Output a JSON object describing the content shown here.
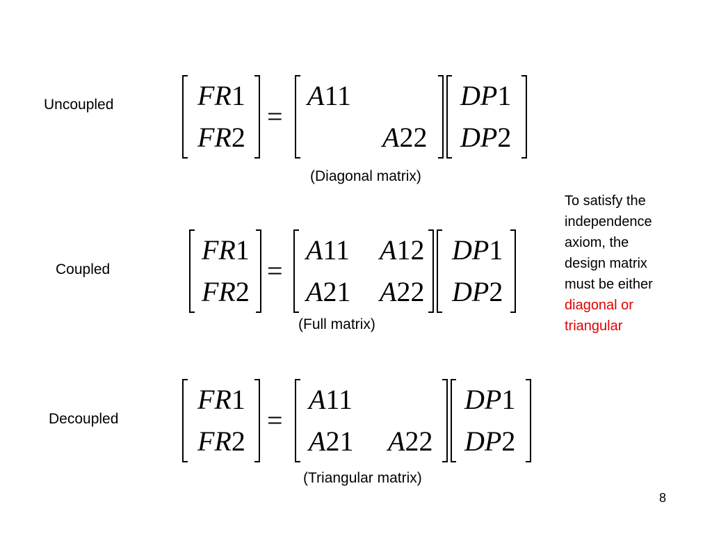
{
  "slide": {
    "page_number": "8",
    "rows": [
      {
        "label": "Uncoupled",
        "caption": "(Diagonal matrix)",
        "fr": [
          [
            "FR",
            "1"
          ],
          [
            "FR",
            "2"
          ]
        ],
        "a": [
          [
            "A",
            "11"
          ],
          [
            "",
            ""
          ],
          [
            "",
            ""
          ],
          [
            "A",
            "22"
          ]
        ],
        "dp": [
          [
            "DP",
            "1"
          ],
          [
            "DP",
            "2"
          ]
        ],
        "equals": "="
      },
      {
        "label": "Coupled",
        "caption": "(Full matrix)",
        "fr": [
          [
            "FR",
            "1"
          ],
          [
            "FR",
            "2"
          ]
        ],
        "a": [
          [
            "A",
            "11"
          ],
          [
            "A",
            "12"
          ],
          [
            "A",
            "21"
          ],
          [
            "A",
            "22"
          ]
        ],
        "dp": [
          [
            "DP",
            "1"
          ],
          [
            "DP",
            "2"
          ]
        ],
        "equals": "="
      },
      {
        "label": "Decoupled",
        "caption": "(Triangular matrix)",
        "fr": [
          [
            "FR",
            "1"
          ],
          [
            "FR",
            "2"
          ]
        ],
        "a": [
          [
            "A",
            "11"
          ],
          [
            "",
            ""
          ],
          [
            "A",
            "21"
          ],
          [
            "A",
            "22"
          ]
        ],
        "dp": [
          [
            "DP",
            "1"
          ],
          [
            "DP",
            "2"
          ]
        ],
        "equals": "="
      }
    ],
    "note": {
      "lines": [
        "To satisfy the",
        "independence",
        "axiom, the",
        "design matrix",
        "must be either"
      ],
      "highlight_lines": [
        "diagonal or",
        "triangular"
      ],
      "highlight_color": "#e00000"
    }
  }
}
